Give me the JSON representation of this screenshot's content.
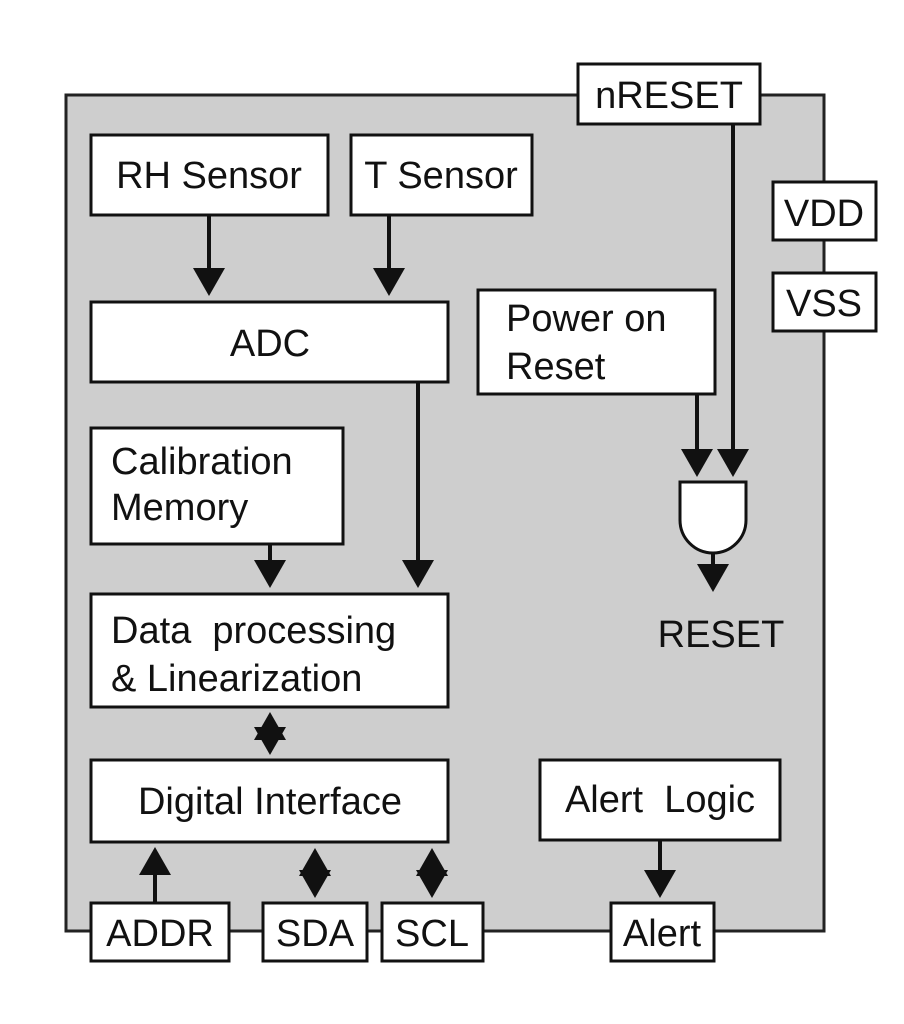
{
  "blocks": {
    "rh_sensor": "RH Sensor",
    "t_sensor": "T Sensor",
    "adc": "ADC",
    "calibration": [
      "Calibration",
      "Memory"
    ],
    "power_on_reset": [
      "Power on",
      "Reset"
    ],
    "data_processing": [
      "Data  processing",
      "& Linearization"
    ],
    "digital_interface": "Digital Interface",
    "alert_logic": "Alert  Logic"
  },
  "pins": {
    "nreset": "nRESET",
    "vdd": "VDD",
    "vss": "VSS",
    "addr": "ADDR",
    "sda": "SDA",
    "scl": "SCL",
    "alert": "Alert"
  },
  "signals": {
    "reset": "RESET"
  }
}
